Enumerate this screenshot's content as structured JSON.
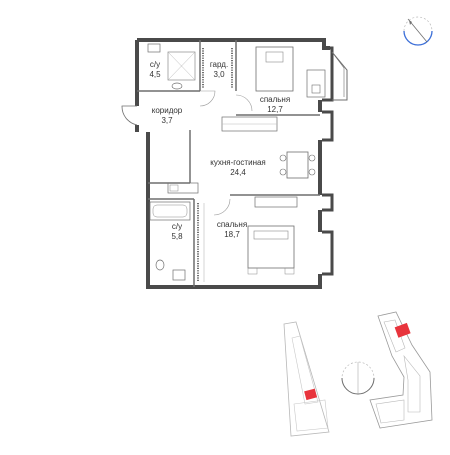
{
  "colors": {
    "wall": "#4a4a4a",
    "line": "#6f6f6f",
    "light": "#b8b8b8",
    "highlight": "#e8343c",
    "compass_accent": "#3c6fd8",
    "text": "#333333"
  },
  "rooms": [
    {
      "name": "с/у",
      "area": "4,5"
    },
    {
      "name": "гард.",
      "area": "3,0"
    },
    {
      "name": "спальня",
      "area": "12,7"
    },
    {
      "name": "коридор",
      "area": "3,7"
    },
    {
      "name": "кухня-гостиная",
      "area": "24,4"
    },
    {
      "name": "с/у",
      "area": "5,8"
    },
    {
      "name": "спальня",
      "area": "18,7"
    }
  ],
  "compass": {
    "icon": "compass-icon"
  },
  "site_plan": {
    "icon": "building-site-icon"
  }
}
